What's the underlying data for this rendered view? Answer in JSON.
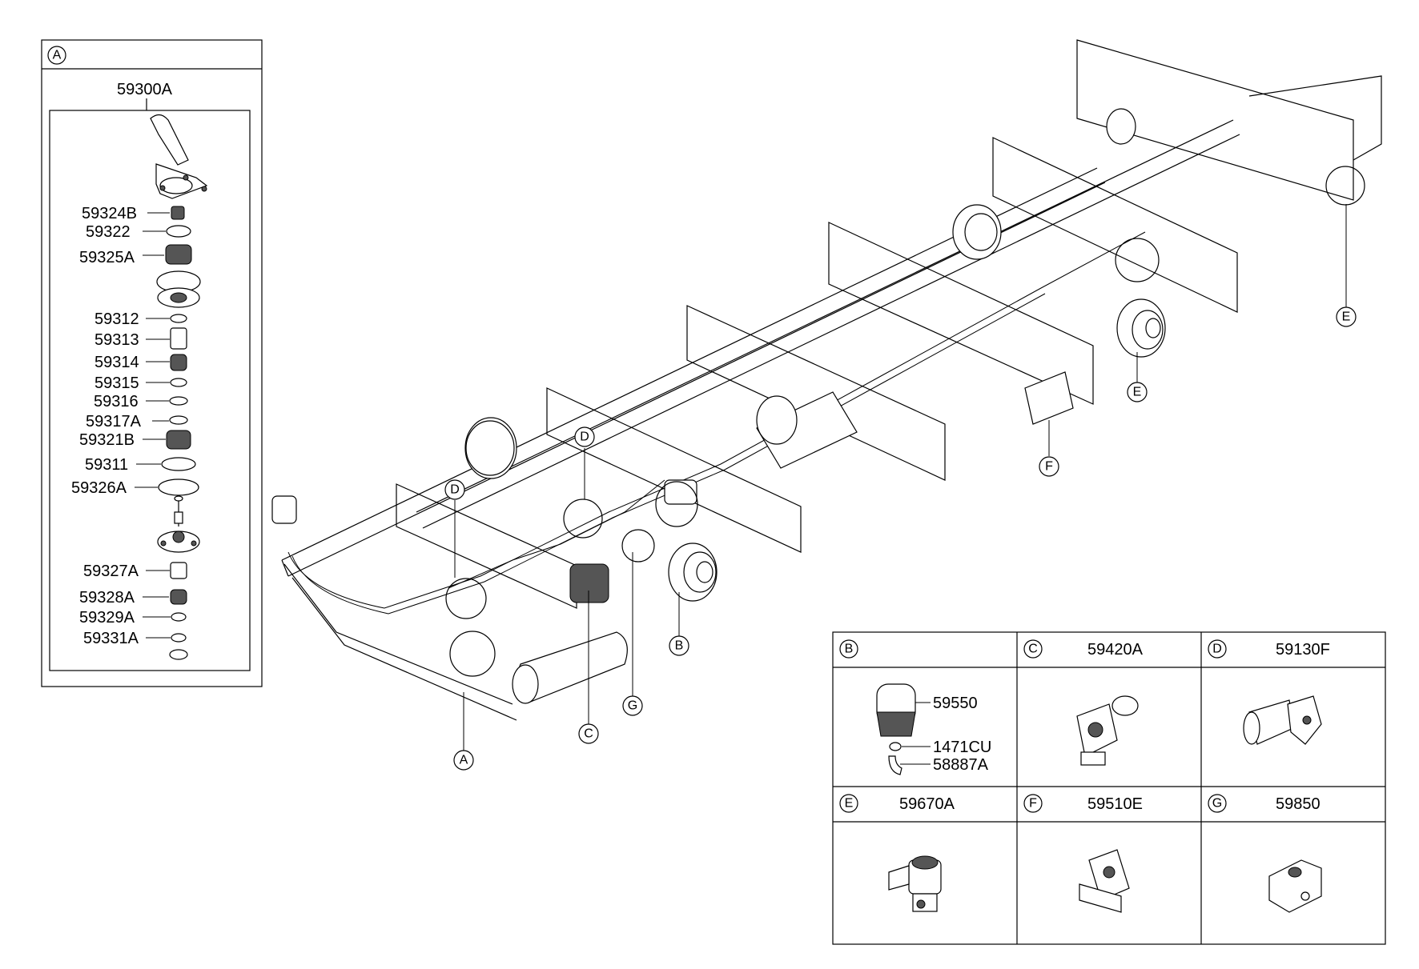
{
  "panel_a": {
    "letter": "A",
    "assembly": "59300A",
    "parts": [
      "59324B",
      "59322",
      "59325A",
      "59312",
      "59313",
      "59314",
      "59315",
      "59316",
      "59317A",
      "59321B",
      "59311",
      "59326A",
      "59327A",
      "59328A",
      "59329A",
      "59331A"
    ]
  },
  "callouts": {
    "a": "A",
    "b": "B",
    "c": "C",
    "d1": "D",
    "d2": "D",
    "e1": "E",
    "e2": "E",
    "f": "F",
    "g": "G"
  },
  "table": {
    "b": {
      "letter": "B",
      "parts": [
        "59550",
        "1471CU",
        "58887A"
      ]
    },
    "c": {
      "letter": "C",
      "part": "59420A"
    },
    "d": {
      "letter": "D",
      "part": "59130F"
    },
    "e": {
      "letter": "E",
      "part": "59670A"
    },
    "f": {
      "letter": "F",
      "part": "59510E"
    },
    "g": {
      "letter": "G",
      "part": "59850"
    }
  }
}
